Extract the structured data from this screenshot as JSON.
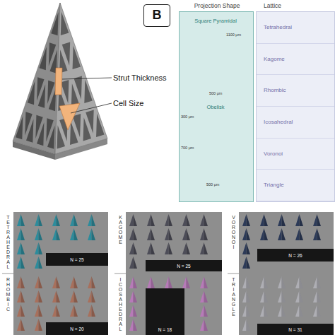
{
  "diagram": {
    "nodes": [
      {
        "text": [
          "B"
        ]
      },
      {
        "text": [
          "Projection Shape"
        ]
      },
      {
        "text": [
          "Lattice"
        ]
      },
      {
        "text": [
          "Tetrahedral"
        ],
        "in": 2
      },
      {
        "text": [
          "Kagome"
        ],
        "in": 2
      },
      {
        "text": [
          "Rhombic"
        ],
        "in": 2
      },
      {
        "text": [
          "Icosahedral"
        ],
        "in": 2
      },
      {
        "text": [
          "Voronoi"
        ],
        "in": 2
      },
      {
        "text": [
          "Triangle"
        ],
        "in": 2
      },
      {
        "text": [
          "TETRAHEDRAL",
          "RHOMBIC"
        ]
      },
      {
        "text": [
          "N = 25"
        ],
        "in": 9
      },
      {
        "text": [
          "N = 20"
        ],
        "in": 9
      },
      {
        "text": [
          "KAGOME",
          "ICOSAHEDRAL"
        ]
      },
      {
        "text": [
          "N = 25"
        ],
        "in": 12
      },
      {
        "text": [
          "N = 18"
        ],
        "in": 12
      },
      {
        "text": [
          "VORONOI",
          "TRIANGLE"
        ]
      },
      {
        "text": [
          "N = 26"
        ],
        "in": 15
      },
      {
        "text": [
          "N = 31"
        ],
        "in": 15
      }
    ],
    "labels": [
      "Strut Thickness",
      "Cell Size",
      "Square Pyramidal",
      "1100 μm",
      "500 μm",
      "Obelisk",
      "300 μm",
      "700 μm",
      "500 μm"
    ]
  }
}
